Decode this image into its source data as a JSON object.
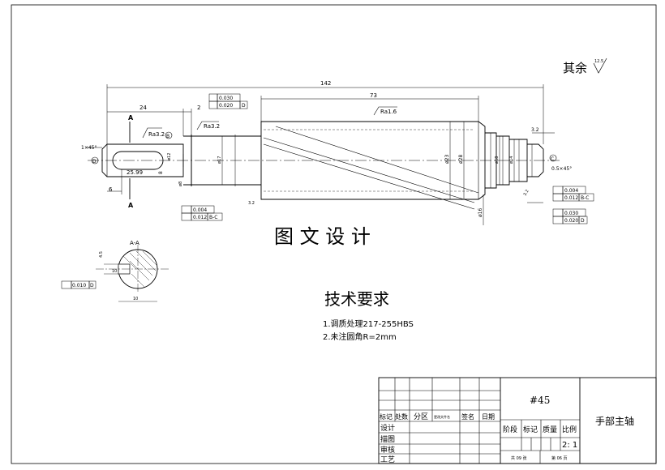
{
  "surface_note": {
    "prefix": "其余",
    "value": "12.5"
  },
  "dimensions": {
    "overall_length": "142",
    "length_73": "73",
    "length_24": "24",
    "length_2": "2",
    "length_6": "6",
    "length_3_2": "3.2",
    "keyway_depth": "25.99",
    "keyway_width": "8",
    "chamfer_left": "1×45°",
    "chamfer_right": "0.5×45°",
    "dia_23": "ø23",
    "dia_28": "ø28",
    "dia_16": "ø16",
    "dia_17": "ø17",
    "dia_12": "ø12",
    "dia_18": "ø18",
    "dia_14": "ø14",
    "dia_8": "ø8",
    "angle_3_2": "3.2",
    "small_label": "3.2",
    "section_width": "10",
    "section_key": "4.5"
  },
  "roughness": {
    "ra_a": "Ra3.2",
    "ra_b": "Ra3.2",
    "ra_c": "Ra1.6"
  },
  "datums": {
    "d": "D",
    "b": "B",
    "c": "C",
    "a_top": "A",
    "a_bottom": "A"
  },
  "tolerances": {
    "top_flatness": "0.030",
    "top_perp": "0.020",
    "top_perp_ref": "D",
    "left_runout": "0.004",
    "left_runout2": "0.012",
    "left_runout2_ref": "B-C",
    "right_runout": "0.004",
    "right_runout2": "0.012",
    "right_runout2_ref": "B-C",
    "right_flat": "0.030",
    "right_perp": "0.020",
    "right_perp_ref": "D",
    "section_sym": "0.010",
    "section_sym_ref": "D"
  },
  "section_title": "A-A",
  "caption": "图 文 设 计",
  "requirements": {
    "title": "技术要求",
    "items": [
      "1.调质处理217-255HBS",
      "2.未注圆角R=2mm"
    ]
  },
  "title_block": {
    "material": "#45",
    "part_name": "手部主轴",
    "header_cells": [
      "标记",
      "处数",
      "分区",
      "更改文件名",
      "签名",
      "日期"
    ],
    "roles": [
      "设计",
      "描图",
      "审核",
      "工艺"
    ],
    "stage_cells": [
      "阶段",
      "标记",
      "质量",
      "比例"
    ],
    "scale": "2: 1",
    "sheet_total": "共 09 张",
    "sheet_no": "第 06 页"
  }
}
